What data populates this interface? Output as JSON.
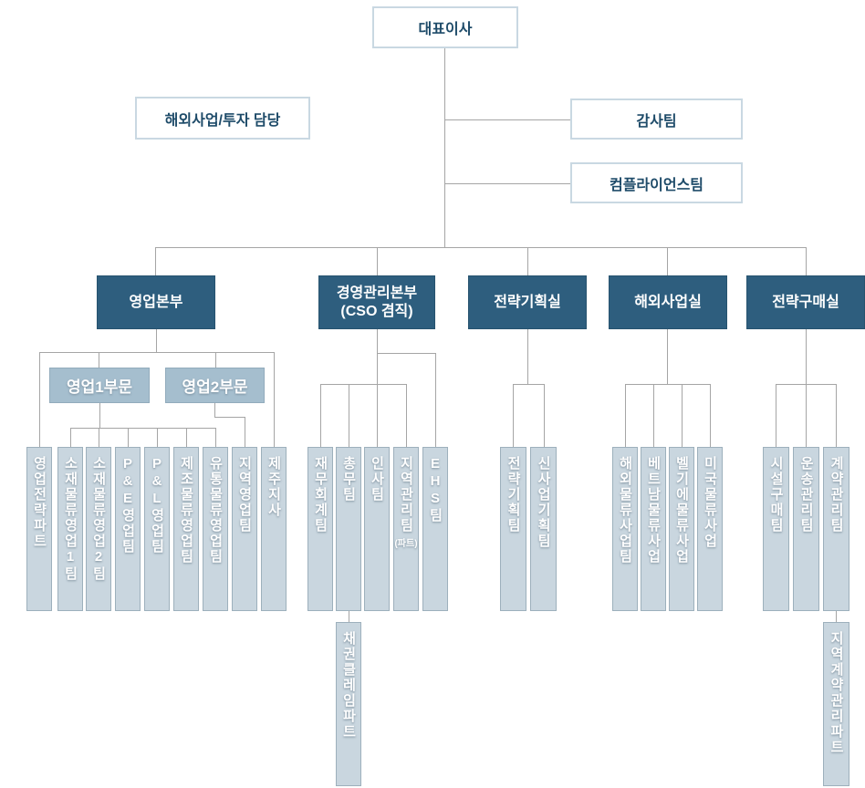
{
  "colors": {
    "dark_fill": "#2E5E7E",
    "dark_border": "#27536F",
    "medium_fill": "#A5BECE",
    "medium_border": "#92ABBC",
    "light_fill": "#C9D6DF",
    "light_border": "#9DB0BC",
    "top_border": "#C9D8E2",
    "top_text": "#1E4B69",
    "line": "#A5A5A5"
  },
  "root": {
    "label": "대표이사"
  },
  "advisor": {
    "label": "해외사업/투자 담당"
  },
  "staff_teams": [
    {
      "label": "감사팀"
    },
    {
      "label": "컴플라이언스팀"
    }
  ],
  "headquarters": [
    {
      "label": "영업본부",
      "divisions": [
        {
          "label": "영업1부문"
        },
        {
          "label": "영업2부문"
        }
      ],
      "teams": [
        {
          "label": "영업전략파트"
        },
        {
          "label": "소재물류영업1팀"
        },
        {
          "label": "소재물류영업2팀"
        },
        {
          "label": "P&E영업팀"
        },
        {
          "label": "P&L영업팀"
        },
        {
          "label": "제조물류영업팀"
        },
        {
          "label": "유통물류영업팀"
        },
        {
          "label": "지역영업팀"
        },
        {
          "label": "제주지사"
        }
      ]
    },
    {
      "label": "경영관리본부",
      "sublabel": "(CSO 겸직)",
      "teams": [
        {
          "label": "재무회계팀"
        },
        {
          "label": "총무팀",
          "subteam": "채권클레임파트"
        },
        {
          "label": "인사팀"
        },
        {
          "label": "지역관리팀",
          "suffix": "(파트)"
        },
        {
          "label": "EHS팀"
        }
      ]
    },
    {
      "label": "전략기획실",
      "teams": [
        {
          "label": "전략기획팀"
        },
        {
          "label": "신사업기획팀"
        }
      ]
    },
    {
      "label": "해외사업실",
      "teams": [
        {
          "label": "해외물류사업팀"
        },
        {
          "label": "베트남물류사업"
        },
        {
          "label": "벨기에물류사업"
        },
        {
          "label": "미국물류사업"
        }
      ]
    },
    {
      "label": "전략구매실",
      "teams": [
        {
          "label": "시설구매팀"
        },
        {
          "label": "운송관리팀"
        },
        {
          "label": "계약관리팀",
          "subteam": "지역계약관리파트"
        }
      ]
    }
  ]
}
